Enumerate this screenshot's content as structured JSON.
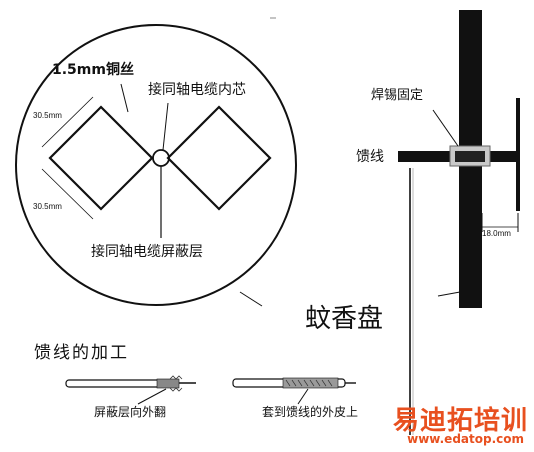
{
  "labels": {
    "wire": "1.5mm铜丝",
    "inner_core": "接同轴电缆内芯",
    "dim_upper": "30.5mm",
    "dim_lower": "30.5mm",
    "shield": "接同轴电缆屏蔽层",
    "solder": "焊锡固定",
    "feeder": "馈线",
    "dim_reflector": "18.0mm",
    "coil": "蚊香盘",
    "feeder_processing": "馈线的加工",
    "step1": "屏蔽层向外翻",
    "step2": "套到馈线的外皮上"
  },
  "watermark": {
    "text": "易迪拓培训",
    "url": "www.edatop.com",
    "color": "#e8501f"
  }
}
